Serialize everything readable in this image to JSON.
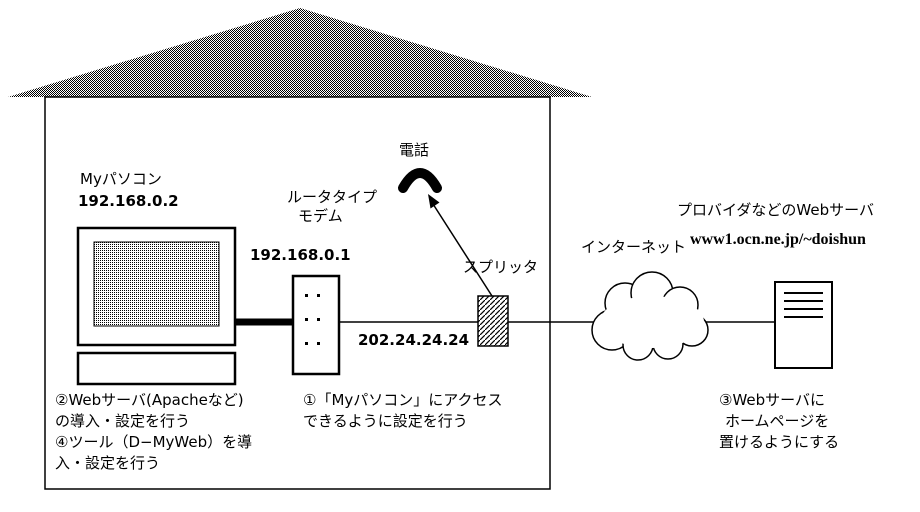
{
  "labels": {
    "my_pc": "Myパソコン",
    "my_pc_ip": "192.168.0.2",
    "router_line1": "ルータタイプ",
    "router_line2": "モデム",
    "router_lan_ip": "192.168.0.1",
    "router_wan_ip": "202.24.24.24",
    "phone": "電話",
    "splitter": "スプリッタ",
    "internet": "インターネット",
    "provider": "プロバイダなどのWebサーバ",
    "provider_url": "www1.ocn.ne.jp/~doishun"
  },
  "notes": {
    "note2_line1": "②Webサーバ(Apacheなど)",
    "note2_line2": "の導入・設定を行う",
    "note4_line1": "④ツール（D−MyWeb）を導",
    "note4_line2": "入・設定を行う",
    "note1_line1": "①「Myパソコン」にアクセス",
    "note1_line2": "できるように設定を行う",
    "note3_line1": "③Webサーバに",
    "note3_line2": "ホームページを",
    "note3_line3": "置けるようにする"
  },
  "icons": {
    "phone": "phone-handset-icon",
    "internet": "cloud-icon",
    "splitter": "hatched-box-icon",
    "computer": "desktop-pc-icon",
    "server": "server-box-icon"
  },
  "colors": {
    "line": "#000000",
    "background": "#ffffff",
    "roof_tone": "#9a9a9a"
  }
}
